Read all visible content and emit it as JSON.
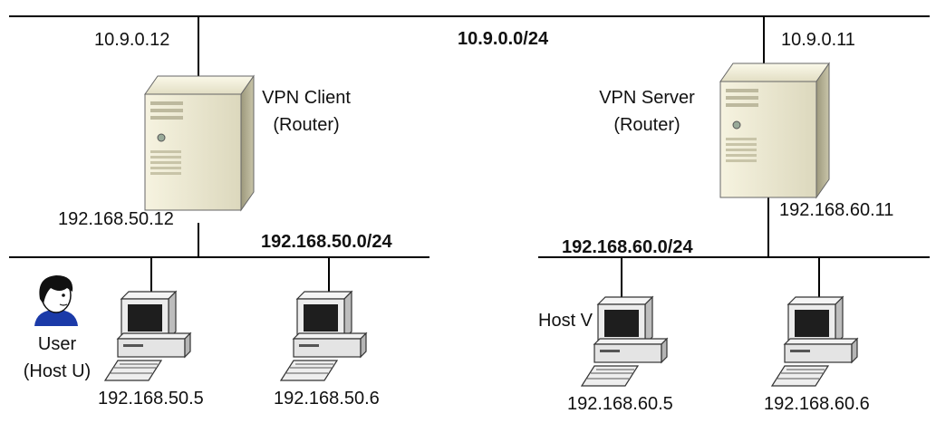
{
  "networks": {
    "vpn_net": "10.9.0.0/24",
    "client_lan": "192.168.50.0/24",
    "server_lan": "192.168.60.0/24"
  },
  "vpn_client": {
    "name": "VPN Client",
    "role": "(Router)",
    "outer_ip": "10.9.0.12",
    "inner_ip": "192.168.50.12"
  },
  "vpn_server": {
    "name": "VPN Server",
    "role": "(Router)",
    "outer_ip": "10.9.0.11",
    "inner_ip": "192.168.60.11"
  },
  "hosts": {
    "host_u": {
      "label_line1": "User",
      "label_line2": "(Host U)",
      "ip": "192.168.50.5"
    },
    "host_506": {
      "ip": "192.168.50.6"
    },
    "host_v": {
      "label": "Host V",
      "ip": "192.168.60.5"
    },
    "host_606": {
      "ip": "192.168.60.6"
    }
  },
  "colors": {
    "line": "#000000",
    "server_body": "#efecd7",
    "server_shadow": "#b8b497",
    "monitor_body": "#e9e9e9",
    "screen": "#222222",
    "hair": "#111111",
    "shirt": "#1b3aa8",
    "skin": "#ffffff"
  }
}
